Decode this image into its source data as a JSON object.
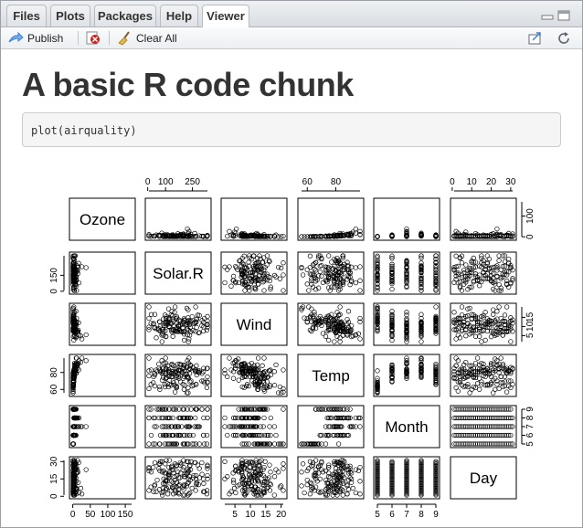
{
  "tabs": [
    {
      "label": "Files",
      "active": false
    },
    {
      "label": "Plots",
      "active": false
    },
    {
      "label": "Packages",
      "active": false
    },
    {
      "label": "Help",
      "active": false
    },
    {
      "label": "Viewer",
      "active": true
    }
  ],
  "toolbar": {
    "publish_label": "Publish",
    "clear_all_label": "Clear All",
    "icons": [
      "publish-icon",
      "remove-icon",
      "broom-icon",
      "export-icon",
      "refresh-icon"
    ]
  },
  "document": {
    "title": "A basic R code chunk",
    "code": "plot(airquality)"
  },
  "colors": {
    "accent_red": "#cc2222",
    "publish_blue": "#3b7fd3",
    "code_bg": "#f5f5f5"
  },
  "chart_data": {
    "type": "scatter",
    "title": "",
    "variables": [
      "Ozone",
      "Solar.R",
      "Wind",
      "Temp",
      "Month",
      "Day"
    ],
    "ranges": {
      "Ozone": [
        1,
        168
      ],
      "Solar.R": [
        7,
        334
      ],
      "Wind": [
        1.7,
        20.7
      ],
      "Temp": [
        56,
        97
      ],
      "Month": [
        5,
        9
      ],
      "Day": [
        1,
        31
      ]
    },
    "axis_ticks": {
      "top": {
        "Solar.R": [
          "0",
          "100",
          "250"
        ],
        "Temp": [
          "60",
          "80"
        ],
        "Day": [
          "0",
          "10",
          "20",
          "30"
        ]
      },
      "bottom": {
        "Ozone": [
          "0",
          "50",
          "100",
          "150"
        ],
        "Wind": [
          "5",
          "10",
          "15",
          "20"
        ],
        "Month": [
          "5",
          "6",
          "7",
          "8",
          "9"
        ]
      },
      "left": {
        "Solar.R": [
          "0",
          "150"
        ],
        "Temp": [
          "60",
          "80"
        ],
        "Day": [
          "0",
          "15",
          "30"
        ]
      },
      "right": {
        "Ozone": [
          "0",
          "100"
        ],
        "Wind": [
          "5",
          "10",
          "15"
        ],
        "Month": [
          "5",
          "6",
          "7",
          "8",
          "9"
        ]
      }
    },
    "grid": false,
    "legend": "none"
  }
}
